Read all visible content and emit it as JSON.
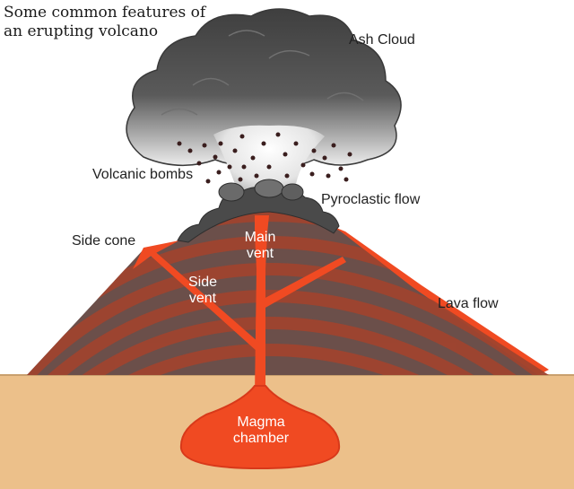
{
  "title": {
    "line1": "Some common features of",
    "line2": "an erupting volcano"
  },
  "labels": {
    "ash_cloud": "Ash Cloud",
    "volcanic_bombs": "Volcanic bombs",
    "pyroclastic_flow": "Pyroclastic flow",
    "side_cone": "Side cone",
    "main_vent_1": "Main",
    "main_vent_2": "vent",
    "side_vent_1": "Side",
    "side_vent_2": "vent",
    "lava_flow": "Lava flow",
    "magma_chamber_1": "Magma",
    "magma_chamber_2": "chamber"
  },
  "colors": {
    "ground": "#ecc08a",
    "ground_edge": "#c9a06e",
    "volcano_body": "#6b4f4a",
    "volcano_stripe": "#a0442f",
    "lava": "#f04a22",
    "lava_bright": "#ff5a1f",
    "ash_dark": "#4e4e4e",
    "ash_light": "#d9d9d9"
  }
}
